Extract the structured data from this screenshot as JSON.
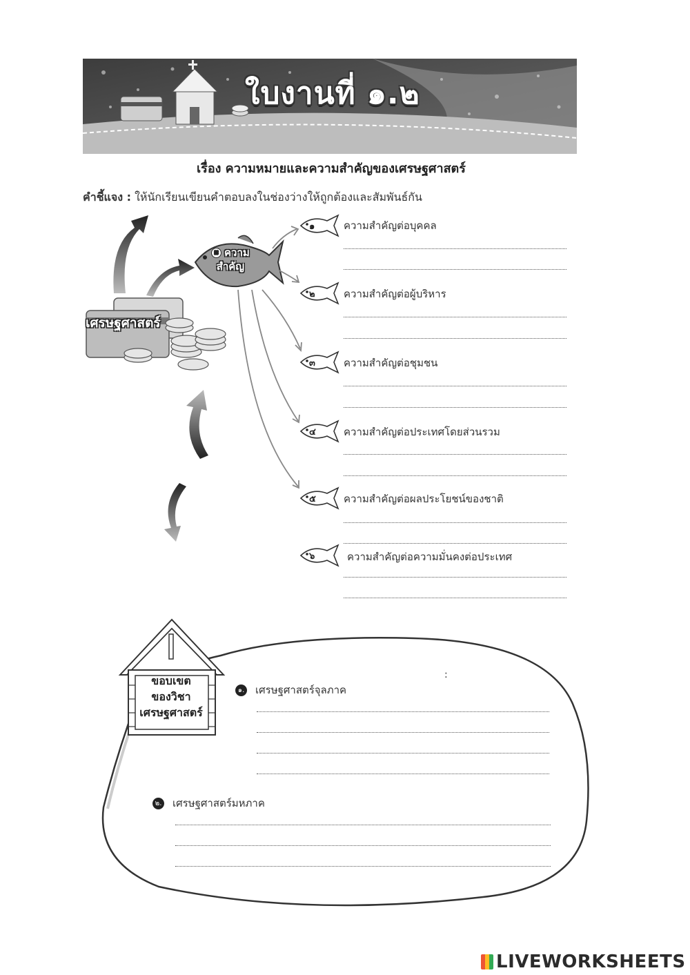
{
  "banner": {
    "title": "ใบงานที่ ๑.๒"
  },
  "subject": "เรื่อง  ความหมายและความสำคัญของเศรษฐศาสตร์",
  "directions": {
    "label": "คำชี้แจง :",
    "text": " ให้นักเรียนเขียนคำตอบลงในช่องว่างให้ถูกต้องและสัมพันธ์กัน"
  },
  "economics_label": "เศรษฐศาสตร์",
  "big_fish": {
    "number": "๑",
    "line1": "ความ",
    "line2": "สำคัญ"
  },
  "importance_items": [
    {
      "number": "๑",
      "label": "ความสำคัญต่อบุคคล"
    },
    {
      "number": "๒",
      "label": "ความสำคัญต่อผู้บริหาร"
    },
    {
      "number": "๓",
      "label": "ความสำคัญต่อชุมชน"
    },
    {
      "number": "๔",
      "label": "ความสำคัญต่อประเทศโดยส่วนรวม"
    },
    {
      "number": "๕",
      "label": "ความสำคัญต่อผลประโยชน์ของชาติ"
    },
    {
      "number": "๖",
      "label": "ความสำคัญต่อความมั่นคงต่อประเทศ"
    }
  ],
  "scope": {
    "house_line1": "ขอบเขต",
    "house_line2": "ของวิชา",
    "house_line3": "เศรษฐศาสตร์",
    "colon_mark": ":",
    "items": [
      {
        "number": "๑.",
        "label": "เศรษฐศาสตร์จุลภาค"
      },
      {
        "number": "๒.",
        "label": "เศรษฐศาสตร์มหภาค"
      }
    ]
  },
  "footer": {
    "logo_text": "LIVEWORKSHEETS"
  },
  "colors": {
    "banner_dark": "#4a4a4a",
    "banner_light": "#9a9a9a",
    "ink": "#222222"
  }
}
